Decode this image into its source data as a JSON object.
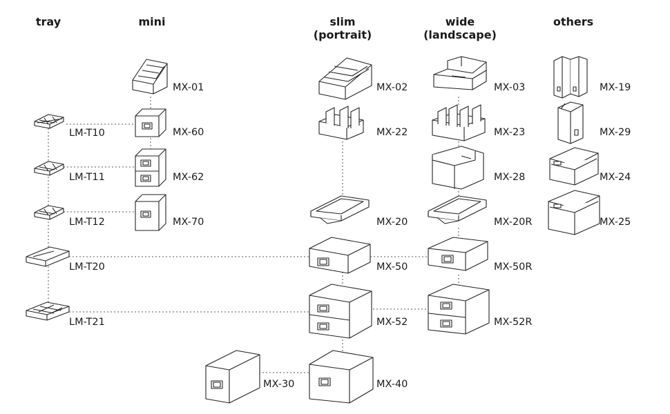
{
  "columns": {
    "tray": {
      "line1": "tray",
      "line2": ""
    },
    "mini": {
      "line1": "mini",
      "line2": ""
    },
    "slim": {
      "line1": "slim",
      "line2": "(portrait)"
    },
    "wide": {
      "line1": "wide",
      "line2": "(landscape)"
    },
    "others": {
      "line1": "others",
      "line2": ""
    }
  },
  "products": {
    "lm_t10": "LM-T10",
    "lm_t11": "LM-T11",
    "lm_t12": "LM-T12",
    "lm_t20": "LM-T20",
    "lm_t21": "LM-T21",
    "mx_01": "MX-01",
    "mx_60": "MX-60",
    "mx_62": "MX-62",
    "mx_70": "MX-70",
    "mx_30": "MX-30",
    "mx_02": "MX-02",
    "mx_22": "MX-22",
    "mx_20": "MX-20",
    "mx_50": "MX-50",
    "mx_52": "MX-52",
    "mx_40": "MX-40",
    "mx_03": "MX-03",
    "mx_23": "MX-23",
    "mx_28": "MX-28",
    "mx_20r": "MX-20R",
    "mx_50r": "MX-50R",
    "mx_52r": "MX-52R",
    "mx_19": "MX-19",
    "mx_29": "MX-29",
    "mx_24": "MX-24",
    "mx_25": "MX-25"
  }
}
